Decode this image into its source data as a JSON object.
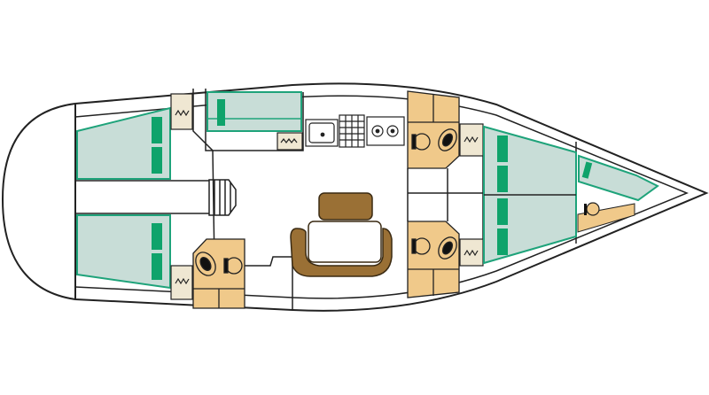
{
  "diagram": {
    "type": "boat-deck-layout",
    "colors": {
      "hull_line": "#222222",
      "berth_fill": "#c8ddd7",
      "berth_stroke": "#1ea37a",
      "pillow": "#0fa36b",
      "head_fill": "#f0c98a",
      "locker_fill": "#efe7d2",
      "saloon_seat": "#9a7035",
      "background": "#ffffff"
    },
    "rooms": [
      "aft-cabin-port",
      "aft-cabin-starboard",
      "aft-head",
      "galley",
      "nav-berth",
      "saloon",
      "forward-head-port",
      "forward-head-starboard",
      "forward-cabin",
      "forepeak-berth"
    ]
  }
}
